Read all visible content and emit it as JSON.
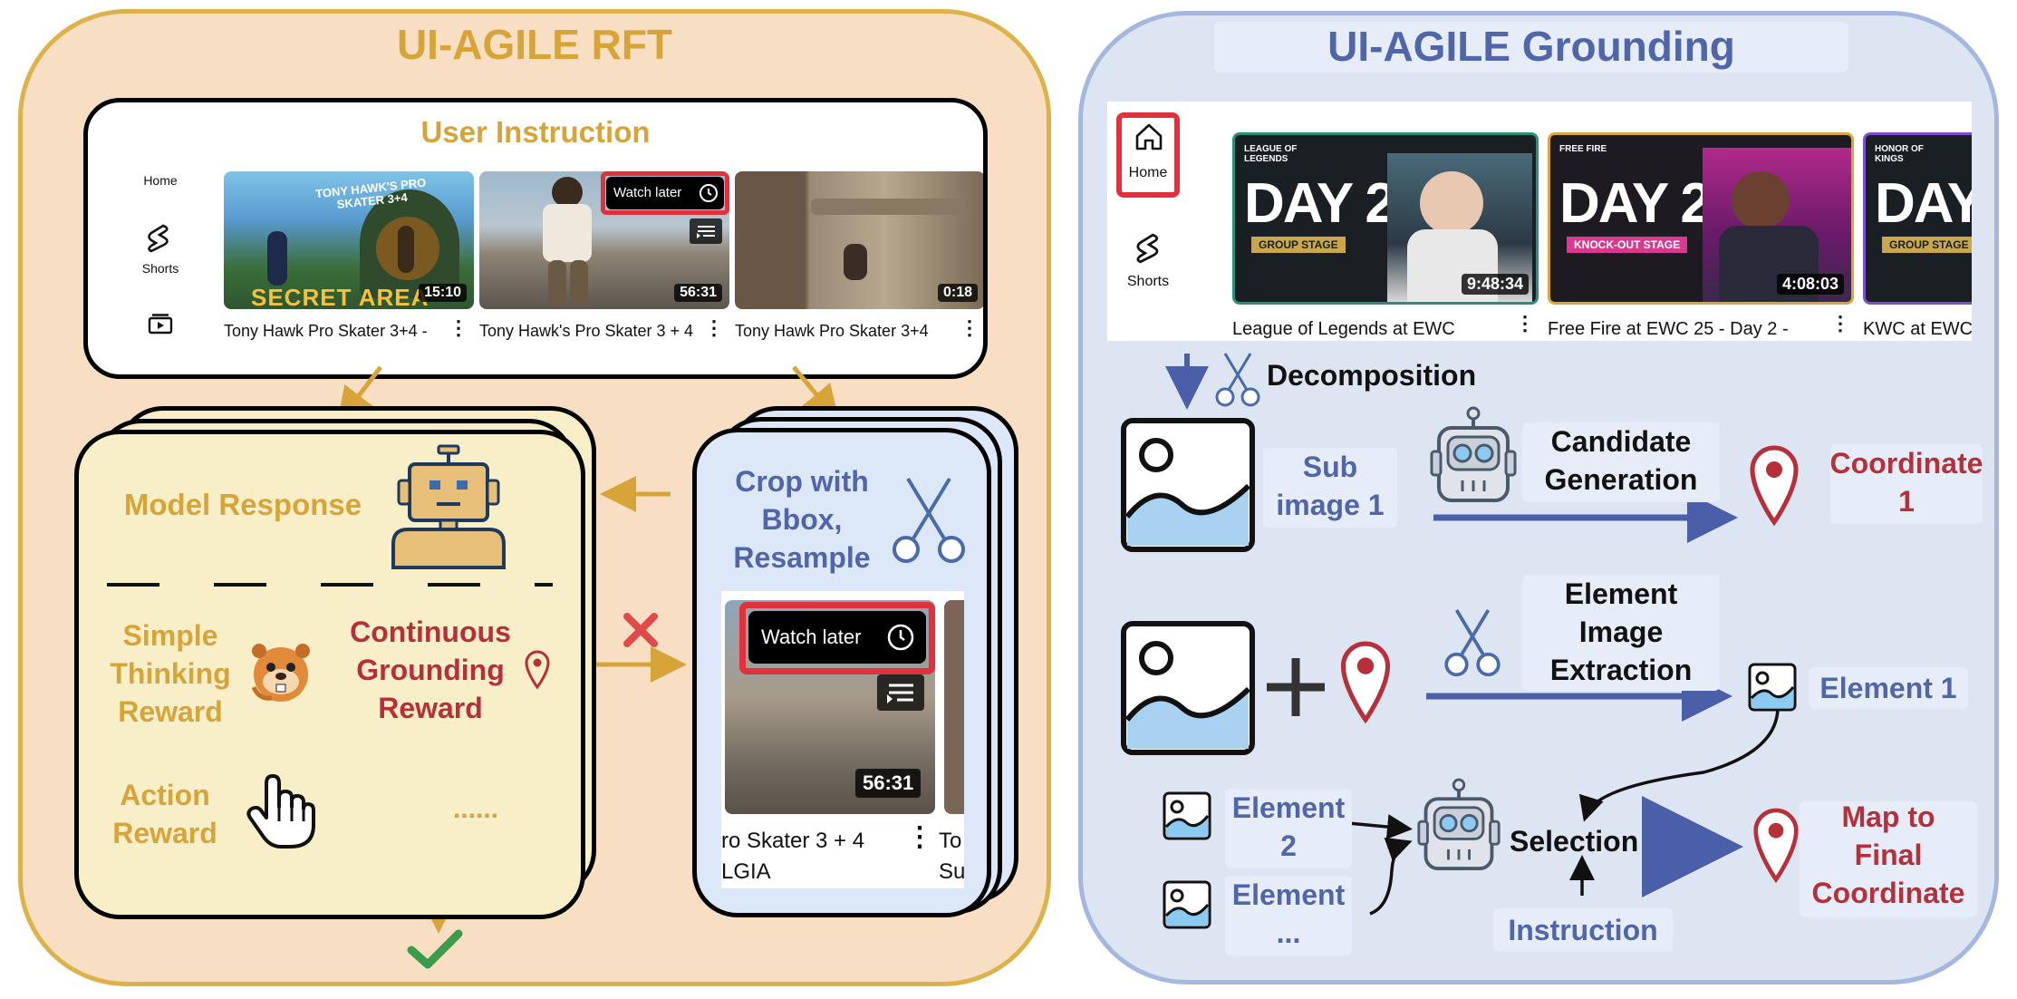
{
  "left_panel": {
    "title": "UI-AGILE RFT",
    "instruction": {
      "heading": "User Instruction",
      "nav_home": "Home",
      "nav_shorts": "Shorts",
      "videos": [
        {
          "title": "Tony Hawk Pro Skater 3+4 -",
          "duration": "15:10",
          "overlay": "SECRET AREA",
          "logo": "TONY HAWK'S PRO SKATER 3+4"
        },
        {
          "title": "Tony Hawk's Pro Skater 3 + 4",
          "duration": "56:31",
          "button": "Watch later"
        },
        {
          "title": "Tony Hawk Pro Skater 3+4",
          "duration": "0:18"
        }
      ]
    },
    "model_block": {
      "model_response": "Model Response",
      "simple_thinking_reward": [
        "Simple",
        "Thinking",
        "Reward"
      ],
      "continuous_grounding_reward": [
        "Continuous",
        "Grounding",
        "Reward"
      ],
      "action_reward": [
        "Action",
        "Reward"
      ],
      "ellipsis": "......"
    },
    "crop_block": {
      "label": [
        "Crop with",
        "Bbox,",
        "Resample"
      ],
      "watch_later": "Watch later",
      "duration": "56:31",
      "video_title": "ro Skater 3 + 4",
      "subtitle": "LGIA",
      "side_title": "To",
      "side_sub": "Su"
    }
  },
  "right_panel": {
    "title": "UI-AGILE Grounding",
    "screenshot": {
      "nav_home": "Home",
      "nav_shorts": "Shorts",
      "videos": [
        {
          "title": "League of Legends at EWC",
          "duration": "9:48:34",
          "big": "DAY 2",
          "stage": "GROUP STAGE",
          "brand": "LEAGUE OF LEGENDS",
          "frame_color": "#2a8f7a",
          "stage_color": "#c9a74a"
        },
        {
          "title": "Free Fire at EWC 25 - Day 2 -",
          "duration": "4:08:03",
          "big": "DAY 2",
          "stage": "KNOCK-OUT STAGE",
          "brand": "FREE FIRE",
          "frame_color": "#d9a63a",
          "stage_color": "#d93a8f"
        },
        {
          "title": "KWC at EWC",
          "big": "DAY",
          "stage": "GROUP STAGE",
          "brand": "HONOR OF KINGS",
          "frame_color": "#7a4fd0",
          "stage_color": "#c9a74a"
        }
      ]
    },
    "decomposition": "Decomposition",
    "sub_image_1": [
      "Sub",
      "image 1"
    ],
    "candidate_generation": [
      "Candidate",
      "Generation"
    ],
    "coordinate_1": [
      "Coordinate",
      "1"
    ],
    "element_image_extraction": [
      "Element",
      "Image",
      "Extraction"
    ],
    "element_1": "Element 1",
    "element_2": [
      "Element",
      "2"
    ],
    "element_more": [
      "Element",
      "..."
    ],
    "selection": "Selection",
    "instruction": "Instruction",
    "map_final": [
      "Map to",
      "Final",
      "Coordinate"
    ]
  },
  "colors": {
    "left_bg": "#f8dfc4",
    "left_border": "#dcb34a",
    "right_bg": "#dde4f2",
    "right_border": "#a6b7dd",
    "gold_text": "#d7a43a",
    "red_text": "#b5303a",
    "blue_text": "#5066a8",
    "arrow_blue": "#4a5fa8",
    "check_green": "#3b9b4a",
    "cross_red": "#e04a4a",
    "highlight_red": "#e0323c"
  }
}
